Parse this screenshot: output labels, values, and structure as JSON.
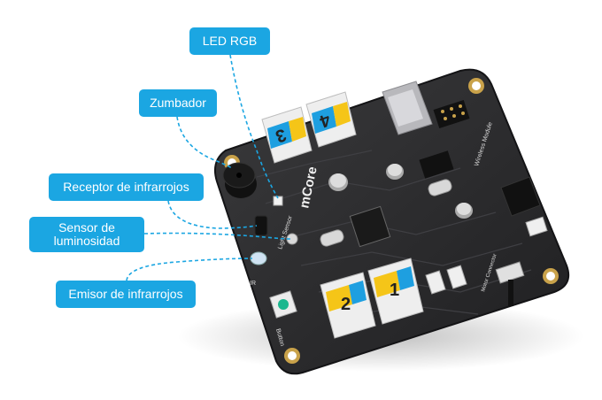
{
  "labels": {
    "led_rgb": "LED RGB",
    "zumbador": "Zumbador",
    "receptor_infrarrojos": "Receptor de infrarrojos",
    "sensor_luminosidad_line1": "Sensor de",
    "sensor_luminosidad_line2": "luminosidad",
    "emisor_infrarrojos": "Emisor de infrarrojos"
  },
  "board": {
    "brand": "mCore",
    "port_labels": [
      "3",
      "4",
      "2",
      "1"
    ],
    "silk_light_sensor": "Light Sensor",
    "silk_button": "Button",
    "silk_wireless": "Wireless Module",
    "silk_ir": "IR",
    "silk_motor": "Motor Connector"
  },
  "colors": {
    "callout_bg": "#1ba6e2",
    "callout_text": "#ffffff",
    "board": "#2b2b2d",
    "port_blue": "#1e9fe0",
    "port_yellow": "#f5c518"
  }
}
